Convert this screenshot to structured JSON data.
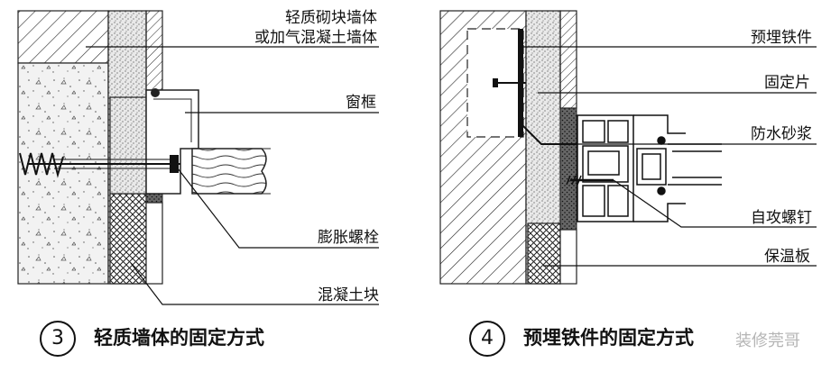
{
  "left_figure": {
    "number": "3",
    "caption": "轻质墙体的固定方式",
    "labels": {
      "light_block_wall_1": "轻质砌块墙体",
      "light_block_wall_2": "或加气混凝土墙体",
      "window_frame": "窗框",
      "expansion_bolt": "膨胀螺栓",
      "concrete_block": "混凝土块"
    }
  },
  "right_figure": {
    "number": "4",
    "caption": "预埋铁件的固定方式",
    "labels": {
      "embedded_iron": "预埋铁件",
      "fixing_plate": "固定片",
      "waterproof_mortar": "防水砂浆",
      "self_tapping_screw": "自攻螺钉",
      "insulation_board": "保温板"
    }
  },
  "watermark": "装修莞哥"
}
